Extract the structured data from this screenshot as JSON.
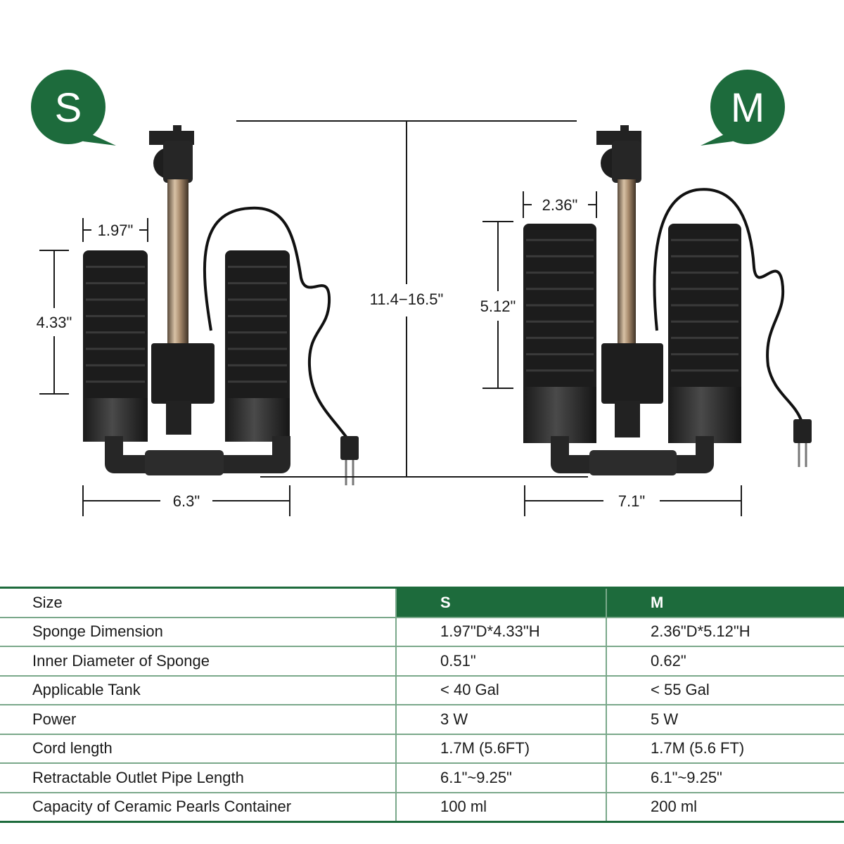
{
  "colors": {
    "brand_green": "#1d6b3c",
    "rule_green": "#7aa88a",
    "sponge": "#1c1c1c",
    "body": "#2a2a2a"
  },
  "badges": {
    "small": "S",
    "medium": "M"
  },
  "dimensions": {
    "s_sponge_diameter": "1.97\"",
    "s_sponge_height": "4.33\"",
    "s_width": "6.3\"",
    "total_height": "11.4−16.5\"",
    "m_sponge_diameter": "2.36\"",
    "m_sponge_height": "5.12\"",
    "m_width": "7.1\""
  },
  "table": {
    "header": {
      "label": "Size",
      "s": "S",
      "m": "M"
    },
    "rows": [
      {
        "label": "Sponge Dimension",
        "s": "1.97\"D*4.33\"H",
        "m": "2.36\"D*5.12\"H"
      },
      {
        "label": "Inner Diameter of Sponge",
        "s": "0.51\"",
        "m": "0.62\""
      },
      {
        "label": "Applicable Tank",
        "s": "< 40 Gal",
        "m": "< 55 Gal"
      },
      {
        "label": "Power",
        "s": "3 W",
        "m": "5 W"
      },
      {
        "label": "Cord length",
        "s": "1.7M (5.6FT)",
        "m": "1.7M (5.6 FT)"
      },
      {
        "label": "Retractable Outlet Pipe Length",
        "s": "6.1\"~9.25\"",
        "m": "6.1\"~9.25\""
      },
      {
        "label": "Capacity of Ceramic Pearls Container",
        "s": "100 ml",
        "m": "200 ml"
      }
    ]
  }
}
